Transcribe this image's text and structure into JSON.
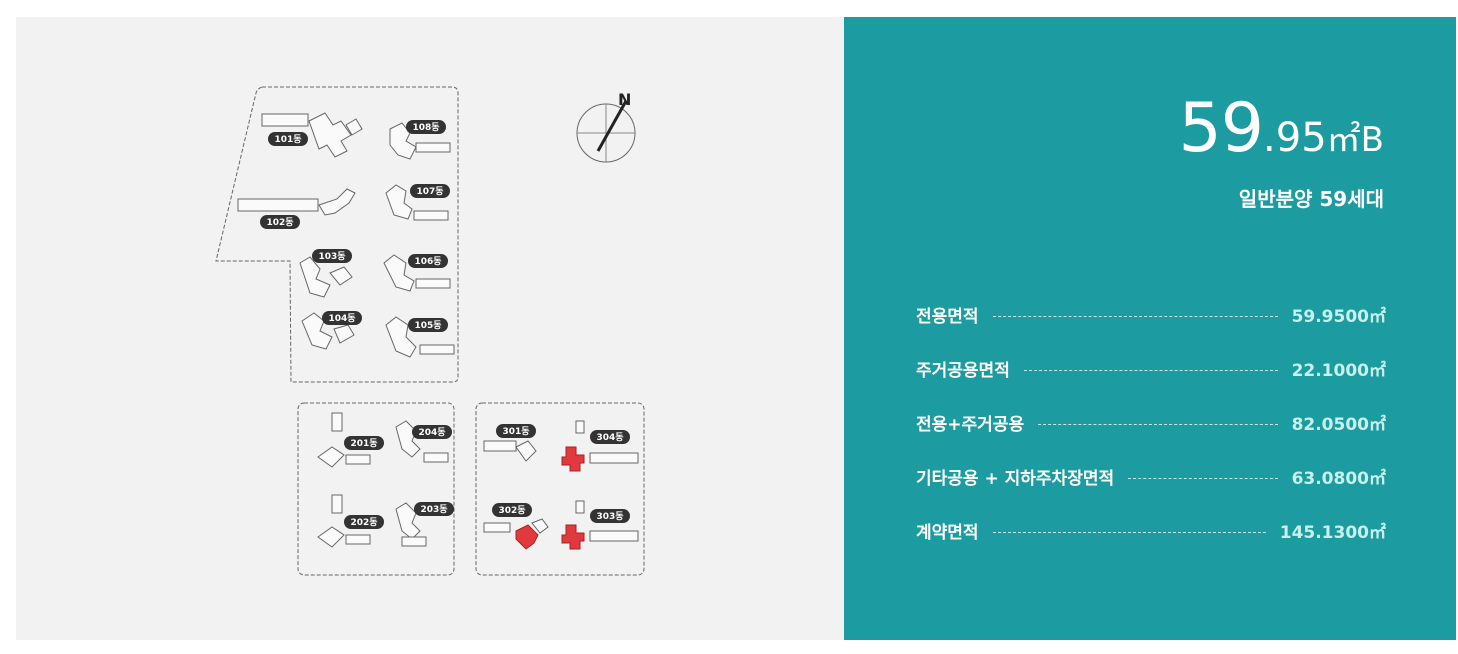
{
  "unit": {
    "area_whole": "59",
    "area_decimal": ".95",
    "area_unit": "㎡",
    "type": "B",
    "subtitle": "일반분양 59세대"
  },
  "specs": [
    {
      "label": "전용면적",
      "value": "59.9500㎡"
    },
    {
      "label": "주거공용면적",
      "value": "22.1000㎡"
    },
    {
      "label": "전용+주거공용",
      "value": "82.0500㎡"
    },
    {
      "label": "기타공용 + 지하주차장면적",
      "value": "63.0800㎡"
    },
    {
      "label": "계약면적",
      "value": "145.1300㎡"
    }
  ],
  "site_plan": {
    "compass_label": "N",
    "buildings": [
      "101동",
      "102동",
      "103동",
      "104동",
      "105동",
      "106동",
      "107동",
      "108동",
      "201동",
      "202동",
      "203동",
      "204동",
      "301동",
      "302동",
      "303동",
      "304동"
    ],
    "highlighted": [
      "302동",
      "303동",
      "304동"
    ],
    "highlight_color": "#e0393e",
    "label_bg_color": "#333333"
  },
  "colors": {
    "panel_bg": "#1c9ca0",
    "map_bg": "#f2f2f2"
  }
}
